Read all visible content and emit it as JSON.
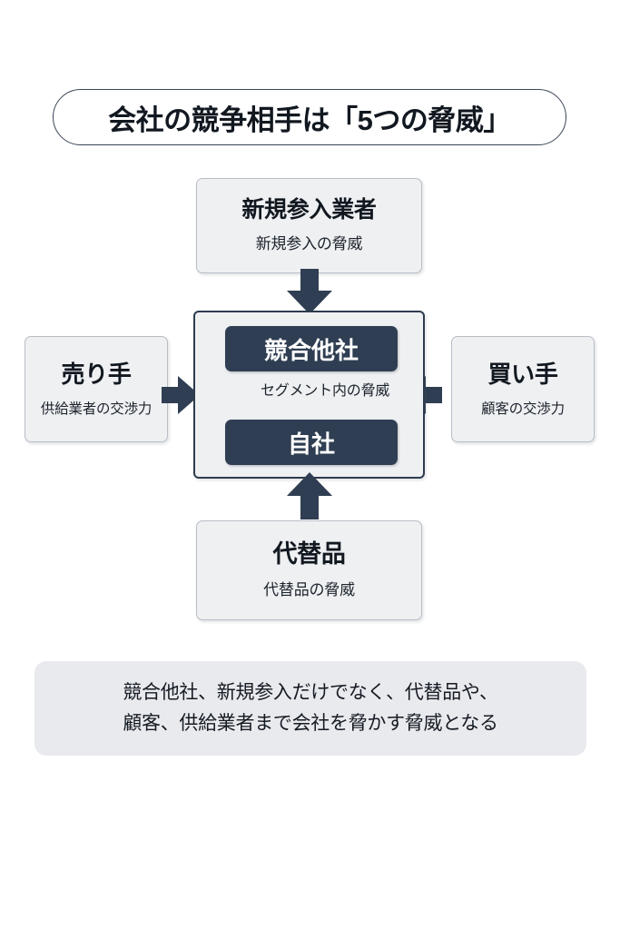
{
  "title": {
    "text": "会社の競争相手は「5つの脅威」"
  },
  "diagram": {
    "type": "five-forces",
    "center": {
      "rivals_label": "競合他社",
      "own_company_label": "自社",
      "segment_label": "セグメント内の脅威"
    },
    "forces": [
      {
        "id": "new-entrants",
        "position": "top",
        "title": "新規参入業者",
        "subtitle": "新規参入の脅威",
        "arrow": "arrow-down-icon"
      },
      {
        "id": "suppliers",
        "position": "left",
        "title": "売り手",
        "subtitle": "供給業者の交渉力",
        "arrow": "arrow-right-icon"
      },
      {
        "id": "buyers",
        "position": "right",
        "title": "買い手",
        "subtitle": "顧客の交渉力",
        "arrow": "arrow-left-icon"
      },
      {
        "id": "substitutes",
        "position": "bottom",
        "title": "代替品",
        "subtitle": "代替品の脅威",
        "arrow": "arrow-up-icon"
      }
    ]
  },
  "footer": {
    "line1": "競合他社、新規参入だけでなく、代替品や、",
    "line2": "顧客、供給業者まで会社を脅かす脅威となる"
  },
  "colors": {
    "dark_navy": "#2f3e52",
    "light_box": "#eef0f2",
    "light_box_border": "#b9bec6",
    "footer_bg": "#e9eaee",
    "text_dark": "#121820",
    "page_bg": "#ffffff"
  }
}
